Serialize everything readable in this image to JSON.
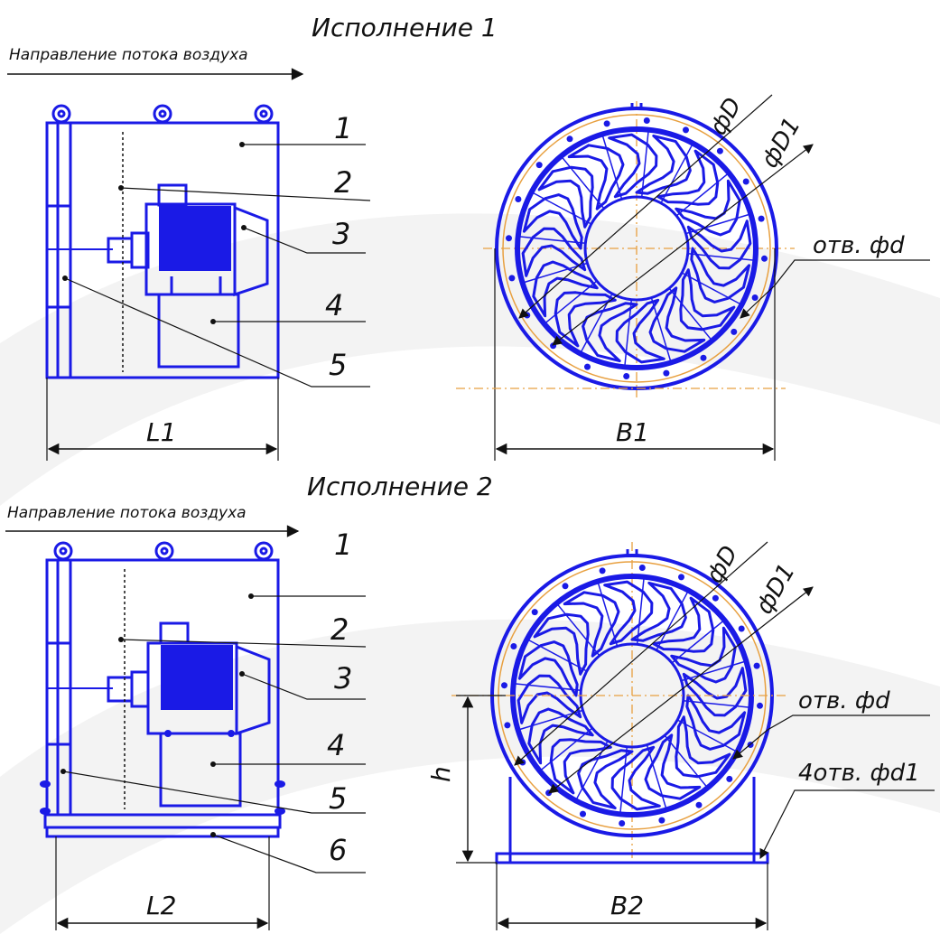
{
  "variant1": {
    "title": "Исполнение 1",
    "flow_label": "Направление потока воздуха",
    "callouts": [
      "1",
      "2",
      "3",
      "4",
      "5"
    ],
    "dim_length": "L1",
    "dim_width": "B1",
    "dim_D": "фD",
    "dim_D1": "фD1",
    "holes": "отв. фd"
  },
  "variant2": {
    "title": "Исполнение 2",
    "flow_label": "Направление потока воздуха",
    "callouts": [
      "1",
      "2",
      "3",
      "4",
      "5",
      "6"
    ],
    "dim_length": "L2",
    "dim_width": "B2",
    "dim_D": "фD",
    "dim_D1": "фD1",
    "holes": "отв. фd",
    "height": "h",
    "base_holes": "4отв. фd1"
  },
  "colors": {
    "drawing": "#1a1ae6",
    "leader": "#111111",
    "centerline": "#e8a040",
    "watermark": "#f1f1f1"
  }
}
